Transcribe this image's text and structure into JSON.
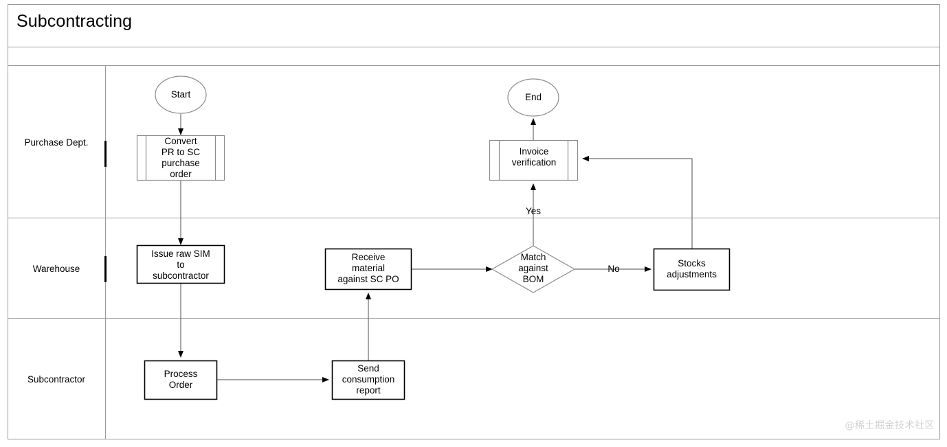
{
  "header": {
    "title": "Subcontracting",
    "subtitle_row": ""
  },
  "watermark": "@稀土掘金技术社区",
  "colors": {
    "frame": "#9a9a9a",
    "lane_divider": "#9a9a9a",
    "node_stroke_dark": "#000000",
    "node_stroke_light": "#8c8c8c",
    "connector": "#6b6b6b",
    "text": "#000000",
    "background": "#ffffff",
    "watermark": "#d2d2d2"
  },
  "lanes": [
    {
      "id": "purchase-dept",
      "label": "Purchase Dept."
    },
    {
      "id": "warehouse",
      "label": "Warehouse"
    },
    {
      "id": "subcontractor",
      "label": "Subcontractor"
    }
  ],
  "nodes": [
    {
      "id": "start",
      "label": "Start",
      "shape": "ellipse",
      "lane": "purchase-dept"
    },
    {
      "id": "convert-pr-to-sc-po",
      "label": "Convert\nPR to SC\npurchase\norder",
      "shape": "predefined-process",
      "lane": "purchase-dept"
    },
    {
      "id": "end",
      "label": "End",
      "shape": "ellipse",
      "lane": "purchase-dept"
    },
    {
      "id": "invoice-verification",
      "label": "Invoice\nverification",
      "shape": "predefined-process",
      "lane": "purchase-dept"
    },
    {
      "id": "issue-raw-sim",
      "label": "Issue raw SIM\nto\nsubcontractor",
      "shape": "process",
      "lane": "warehouse"
    },
    {
      "id": "receive-material",
      "label": "Receive\nmaterial\nagainst SC PO",
      "shape": "process",
      "lane": "warehouse"
    },
    {
      "id": "match-against-bom",
      "label": "Match\nagainst\nBOM",
      "shape": "decision",
      "lane": "warehouse"
    },
    {
      "id": "stocks-adjustments",
      "label": "Stocks\nadjustments",
      "shape": "process",
      "lane": "warehouse"
    },
    {
      "id": "process-order",
      "label": "Process\nOrder",
      "shape": "process",
      "lane": "subcontractor"
    },
    {
      "id": "send-consumption-report",
      "label": "Send\nconsumption\nreport",
      "shape": "process",
      "lane": "subcontractor"
    }
  ],
  "edges": [
    {
      "id": "start-to-convert",
      "from": "start",
      "to": "convert-pr-to-sc-po",
      "label": ""
    },
    {
      "id": "convert-to-issue",
      "from": "convert-pr-to-sc-po",
      "to": "issue-raw-sim",
      "label": ""
    },
    {
      "id": "issue-to-process-order",
      "from": "issue-raw-sim",
      "to": "process-order",
      "label": ""
    },
    {
      "id": "process-order-to-send",
      "from": "process-order",
      "to": "send-consumption-report",
      "label": ""
    },
    {
      "id": "send-to-receive",
      "from": "send-consumption-report",
      "to": "receive-material",
      "label": ""
    },
    {
      "id": "receive-to-match",
      "from": "receive-material",
      "to": "match-against-bom",
      "label": ""
    },
    {
      "id": "match-yes-to-invoice",
      "from": "match-against-bom",
      "to": "invoice-verification",
      "label": "Yes"
    },
    {
      "id": "match-no-to-stocks",
      "from": "match-against-bom",
      "to": "stocks-adjustments",
      "label": "No"
    },
    {
      "id": "stocks-to-invoice",
      "from": "stocks-adjustments",
      "to": "invoice-verification",
      "label": ""
    },
    {
      "id": "invoice-to-end",
      "from": "invoice-verification",
      "to": "end",
      "label": ""
    }
  ],
  "edge_labels": {
    "yes": "Yes",
    "no": "No"
  }
}
